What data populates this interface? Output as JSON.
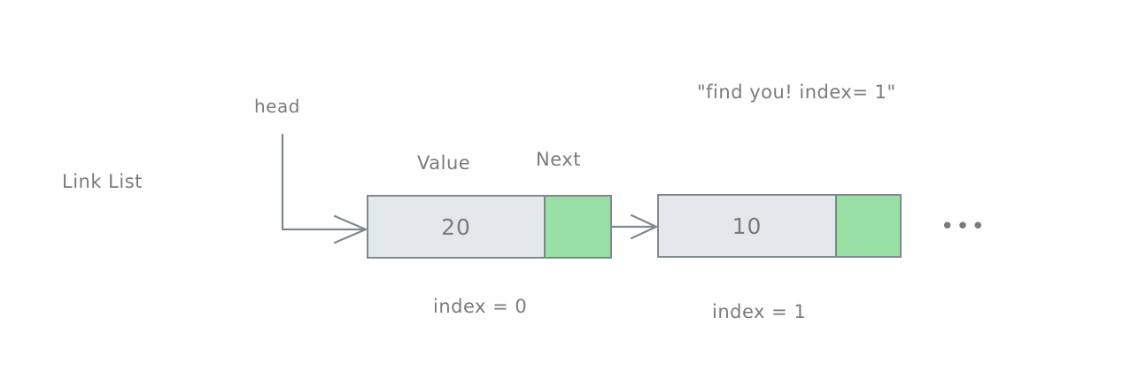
{
  "diagram": {
    "title": "Link List",
    "head_label": "head",
    "annotation_quote": "\"find you! index= 1\"",
    "ellipsis": "•••",
    "field_labels": {
      "value": "Value",
      "next": "Next"
    },
    "colors": {
      "stroke": "#7f8a8f",
      "text": "#7b7b7b",
      "value_fill": "#e3e8eb",
      "next_fill": "#98dfa6",
      "background": "#ffffff"
    },
    "nodes": [
      {
        "value": "20",
        "index_label": "index = 0",
        "has_next_pointer": true
      },
      {
        "value": "10",
        "index_label": "index = 1",
        "has_next_pointer": false
      }
    ]
  }
}
